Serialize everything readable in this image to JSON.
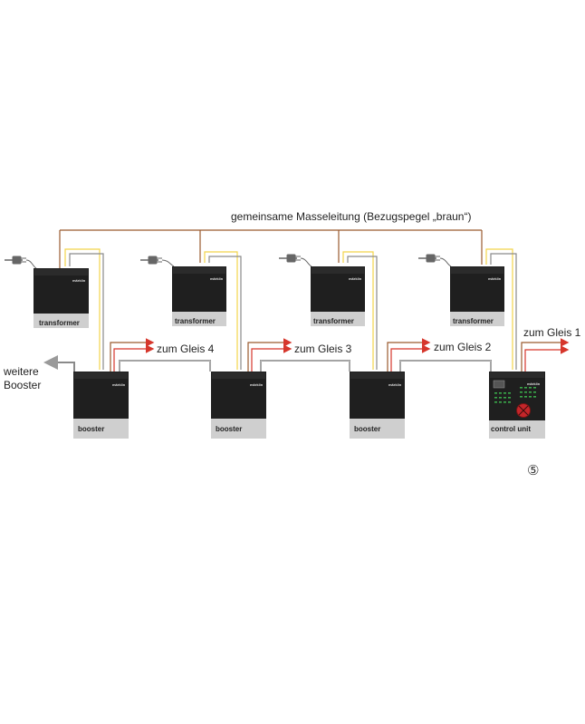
{
  "header_label": "gemeinsame Masseleitung (Bezugspegel „braun“)",
  "devices": {
    "transformer_label": "transformer",
    "booster_label": "booster",
    "control_label": "control unit",
    "brand": "märklin"
  },
  "track_labels": {
    "gleis1": "zum Gleis 1",
    "gleis2": "zum Gleis 2",
    "gleis3": "zum Gleis 3",
    "gleis4": "zum Gleis 4"
  },
  "side_label": {
    "line1": "weitere",
    "line2": "Booster"
  },
  "figure_number": "⑤",
  "colors": {
    "brown": "#9a5a2e",
    "yellow": "#f2d44a",
    "red": "#d6362b",
    "gray": "#8a8a8a",
    "device": "#1f1f1f"
  },
  "icons": [
    "plug-icon",
    "arrow-icon",
    "knob-icon"
  ]
}
